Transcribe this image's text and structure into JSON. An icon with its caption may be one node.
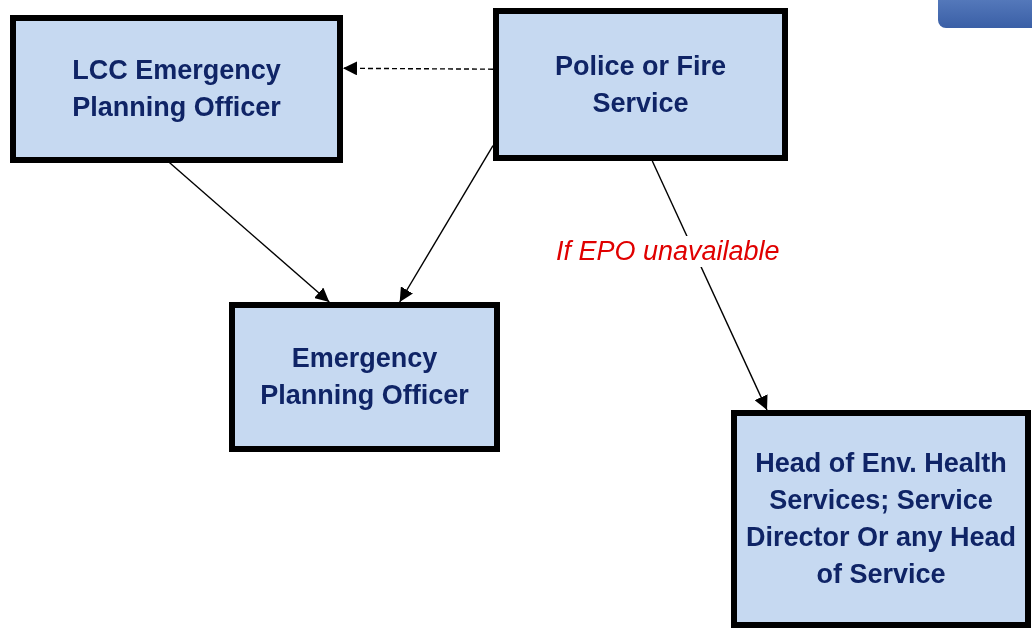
{
  "diagram": {
    "nodes": [
      {
        "text": [
          "LCC Emergency Planning Officer"
        ]
      },
      {
        "text": [
          "Police or Fire Service"
        ]
      },
      {
        "text": [
          "Emergency Planning Officer"
        ]
      },
      {
        "text": [
          "Head of Env. Health Services; Service Director Or any Head of Service"
        ]
      }
    ],
    "edges": [
      {
        "from": 1,
        "to": 0,
        "arrow": "to",
        "style": "dashed"
      },
      {
        "from": 0,
        "to": 2,
        "arrow": "to"
      },
      {
        "from": 1,
        "to": 2,
        "arrow": "to"
      },
      {
        "from": 1,
        "to": 3,
        "arrow": "to",
        "label": "If EPO unavailable"
      }
    ]
  }
}
